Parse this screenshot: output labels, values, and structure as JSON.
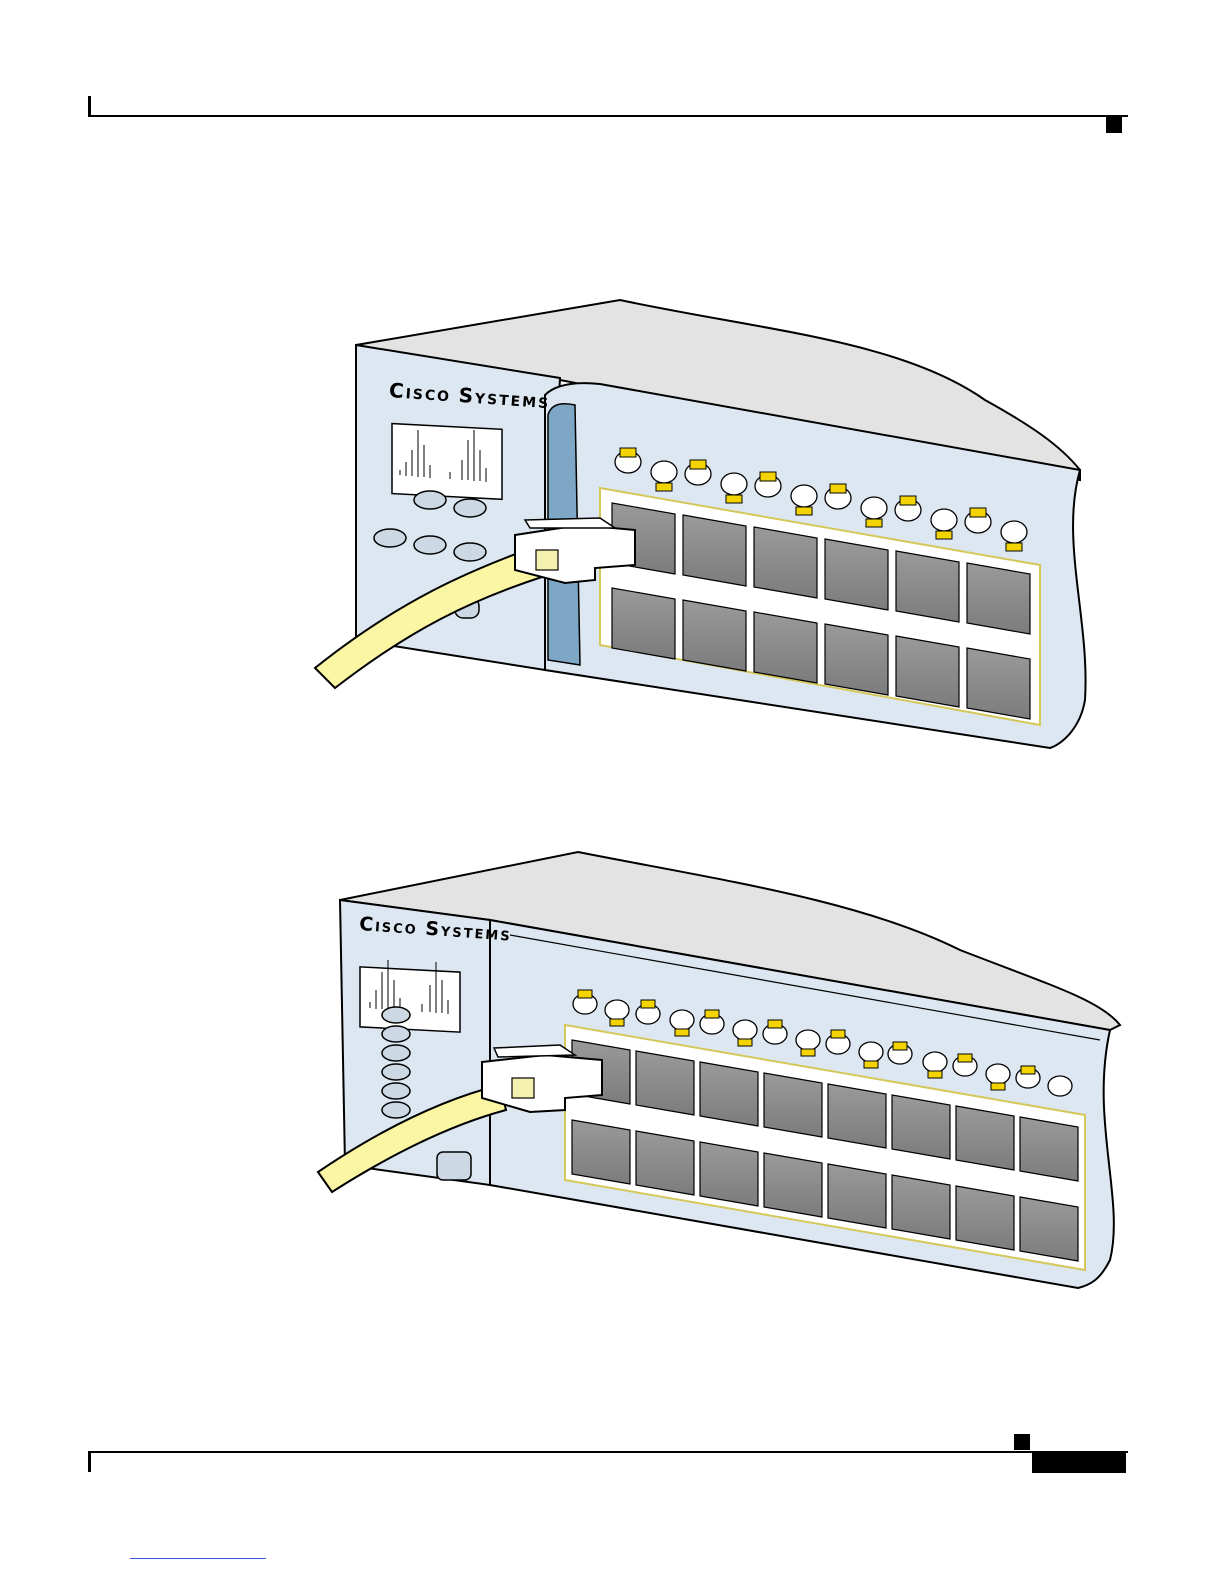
{
  "figures": [
    {
      "brand": "Cisco Systems",
      "brand_cap1": "C",
      "brand_rest1": "ISCO",
      "brand_cap2": "S",
      "brand_rest2": "YSTEMS"
    },
    {
      "brand": "Cisco Systems",
      "brand_cap1": "C",
      "brand_rest1": "ISCO",
      "brand_cap2": "S",
      "brand_rest2": "YSTEMS"
    }
  ],
  "colors": {
    "chassis_face": "#dde7f1",
    "chassis_top": "#e3e3e3",
    "port": "#8e8e8e",
    "port_well": "#ffffff",
    "led_amber": "#f4d400",
    "cable": "#fbf6a4",
    "slot_blue": "#7da7c5",
    "rule": "#000000"
  },
  "icons": [
    "rj45-connector-icon",
    "ethernet-port-icon",
    "status-led-icon"
  ]
}
